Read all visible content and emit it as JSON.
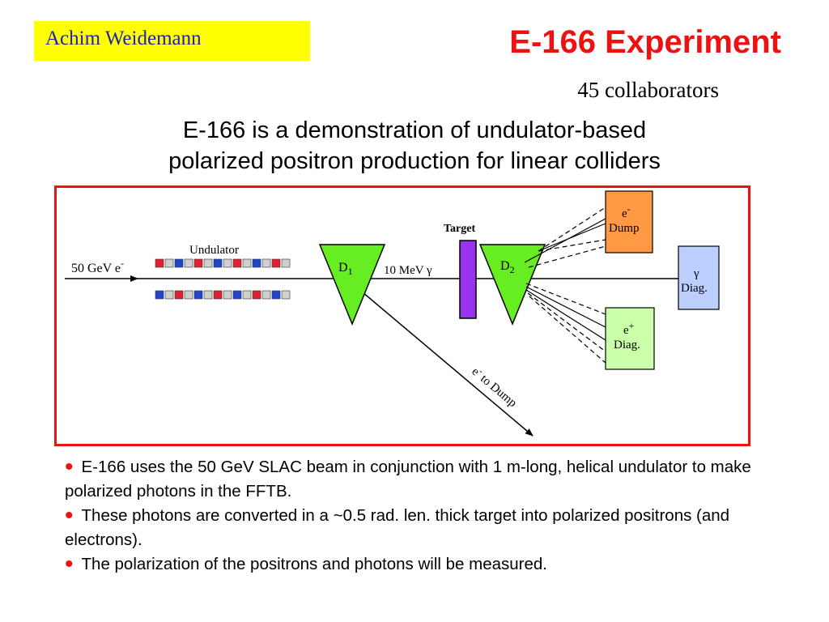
{
  "header": {
    "author": "Achim Weidemann",
    "title": "E-166 Experiment",
    "collaborators": "45 collaborators",
    "headline_line1": "E-166 is a demonstration of undulator-based",
    "headline_line2": "polarized positron production for linear colliders"
  },
  "diagram": {
    "beam_label": "50 GeV e",
    "beam_sup": "-",
    "undulator_label": "Undulator",
    "target_label": "Target",
    "d1_main": "D",
    "d1_sub": "1",
    "d2_main": "D",
    "d2_sub": "2",
    "photon_label": "10 MeV γ",
    "e_minus_dump_l1": "e",
    "e_minus_dump_sup": "-",
    "e_minus_dump_l2": "Dump",
    "gamma_diag_l1": "γ",
    "gamma_diag_l2": "Diag.",
    "e_plus_diag_l1": "e",
    "e_plus_diag_sup": "+",
    "e_plus_diag_l2": "Diag.",
    "to_dump_main": "e",
    "to_dump_sup": "-",
    "to_dump_rest": " to Dump",
    "colors": {
      "frame": "#ee1111",
      "magnet": "#66ee22",
      "target": "#9933ee",
      "e_dump": "#ff9944",
      "gamma_diag": "#bbd0ff",
      "e_plus_diag": "#ccffaa",
      "undulator_red": "#dd2233",
      "undulator_blue": "#2244cc",
      "undulator_gray": "#cfcfcf"
    }
  },
  "bullets": [
    {
      "text": "E-166 uses the 50 GeV SLAC beam in conjunction with 1 m-long, helical undulator to make polarized photons in the FFTB."
    },
    {
      "text": "These photons are converted in a ~0.5 rad. len. thick target into polarized positrons (and electrons)."
    },
    {
      "text": "The polarization of the positrons and photons will be measured."
    }
  ]
}
